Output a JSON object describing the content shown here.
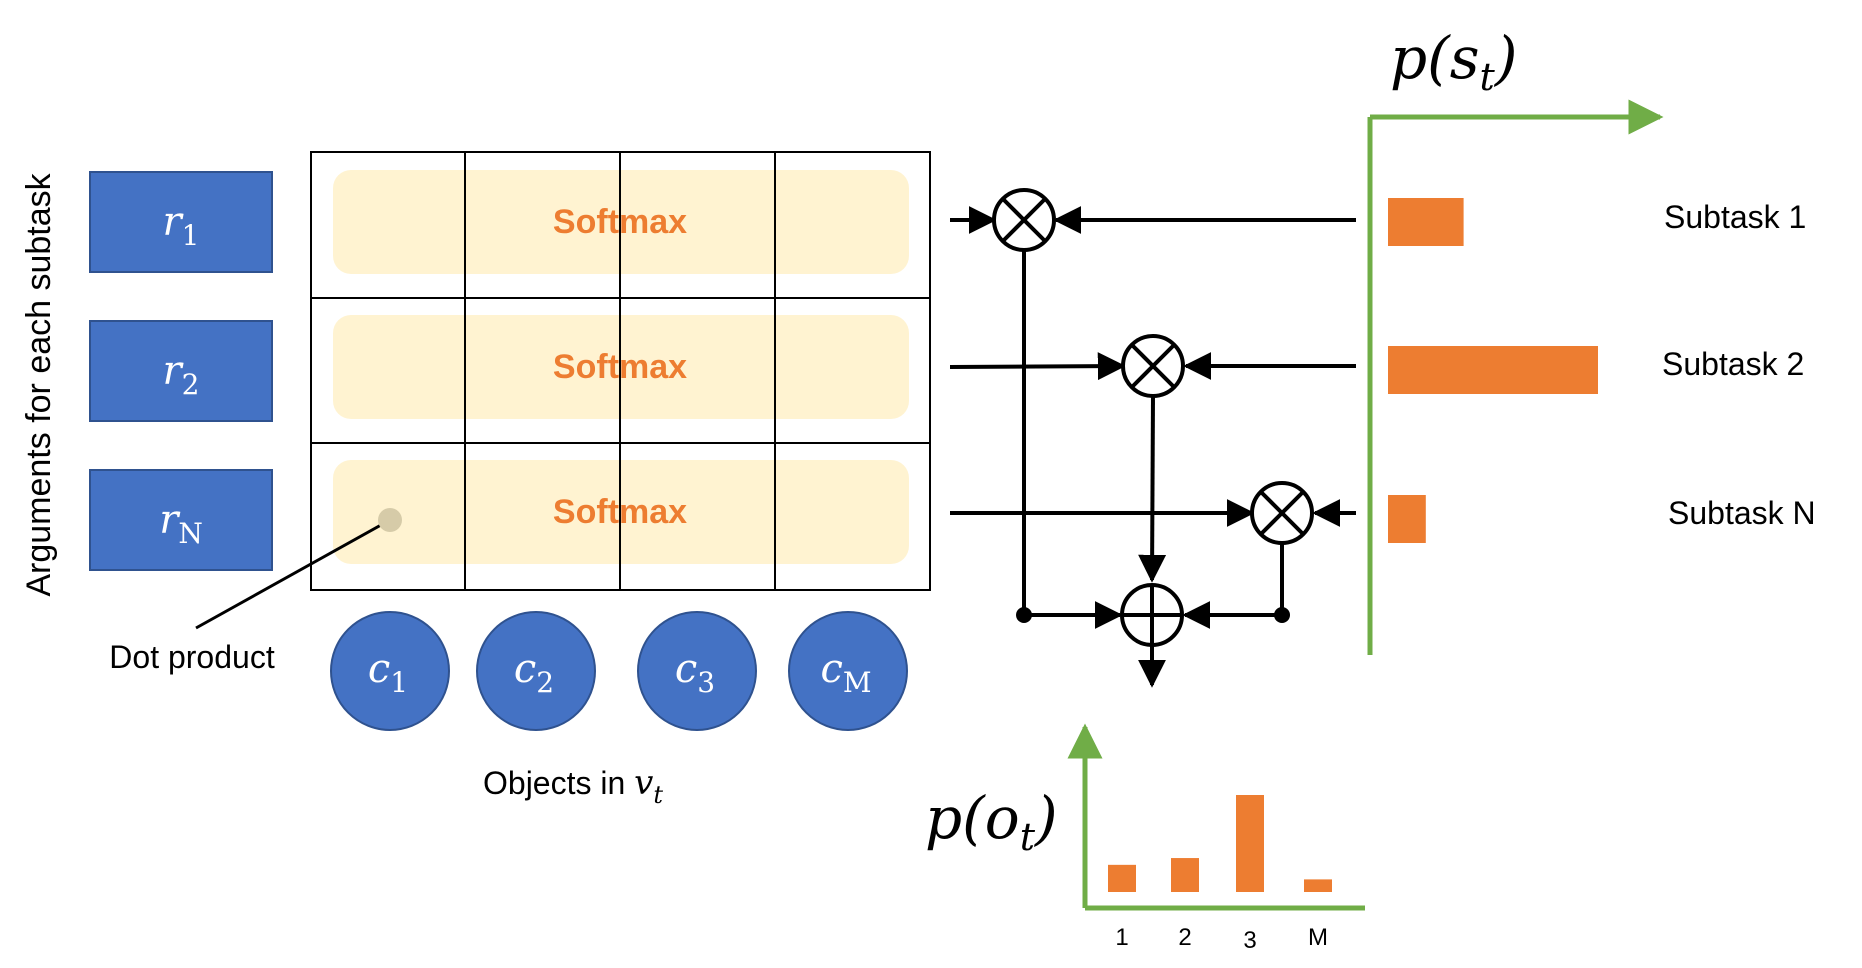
{
  "left_axis_label": "Arguments for each subtask",
  "args": [
    {
      "base": "r",
      "sub": "1"
    },
    {
      "base": "r",
      "sub": "2"
    },
    {
      "base": "r",
      "sub": "N"
    }
  ],
  "softmax_label": "Softmax",
  "dot_product_label": "Dot product",
  "objects": [
    {
      "base": "c",
      "sub": "1"
    },
    {
      "base": "c",
      "sub": "2"
    },
    {
      "base": "c",
      "sub": "3"
    },
    {
      "base": "c",
      "sub": "M"
    }
  ],
  "objects_caption": {
    "text": "Objects in ",
    "var": "v",
    "sub": "t"
  },
  "ps_label": {
    "fn": "p(",
    "var": "s",
    "sub": "t",
    "close": ")"
  },
  "po_label": {
    "fn": "p(",
    "var": "o",
    "sub": "t",
    "close": ")"
  },
  "subtask_labels": [
    "Subtask 1",
    "Subtask 2",
    "Subtask N"
  ],
  "colors": {
    "blue": "#4472C4",
    "orange": "#ED7D31",
    "green": "#70AD47",
    "softmax_fill": "#FFF2CC",
    "black": "#000000"
  },
  "chart_data": [
    {
      "type": "bar",
      "orientation": "horizontal",
      "categories": [
        "Subtask 1",
        "Subtask 2",
        "Subtask N"
      ],
      "values": [
        0.36,
        1.0,
        0.18
      ],
      "xlim": [
        0,
        1
      ]
    },
    {
      "type": "bar",
      "categories": [
        "1",
        "2",
        "3",
        "M"
      ],
      "values": [
        0.28,
        0.35,
        1.0,
        0.13
      ],
      "ylim": [
        0,
        1
      ]
    }
  ]
}
